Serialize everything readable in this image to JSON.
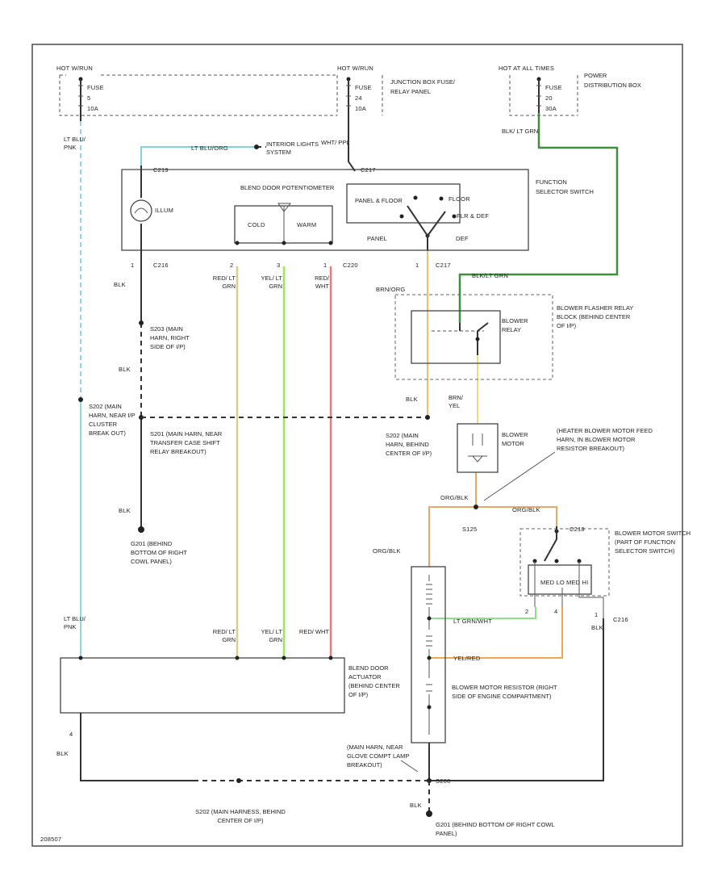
{
  "fuses": {
    "left": {
      "header": "HOT W/RUN",
      "label": "FUSE",
      "num": "5",
      "amp": "10A"
    },
    "mid": {
      "header": "HOT W/RUN",
      "label": "FUSE",
      "num": "24",
      "amp": "10A",
      "box": "JUNCTION BOX FUSE/ RELAY PANEL"
    },
    "right": {
      "header": "HOT AT ALL TIMES",
      "label": "FUSE",
      "num": "20",
      "amp": "30A",
      "box": "POWER DISTRIBUTION BOX"
    }
  },
  "wires": {
    "lt_blu_pnk_top": "LT BLU/ PNK",
    "lt_blu_org": "LT BLU/ORG",
    "interior_lights": "INTERIOR LIGHTS SYSTEM",
    "wht_ppl": "WHT/ PPL",
    "blk_lt_grn_top": "BLK/ LT GRN",
    "blk_lt_grn_mid": "BLK/LT GRN",
    "blk": "BLK",
    "red_lt_grn": "RED/ LT GRN",
    "yel_lt_grn": "YEL/ LT GRN",
    "red_wht": "RED/ WHT",
    "brn_org": "BRN/ORG",
    "brn_yel": "BRN/ YEL",
    "org_blk": "ORG/BLK",
    "lt_grn_wht": "LT GRN/WHT",
    "yel_red": "YEL/RED",
    "lt_blu_pnk_bottom": "LT BLU/ PNK"
  },
  "connectors": {
    "c219": "C219",
    "c217": "C217",
    "c216": "C216",
    "c220": "C220",
    "c218": "C218",
    "c216b": "C216"
  },
  "function_switch": {
    "label": "FUNCTION SELECTOR SWITCH",
    "illum": "ILLUM",
    "blend_door": "BLEND DOOR POTENTIOMETER",
    "cold": "COLD",
    "warm": "WARM",
    "panel_floor": "PANEL & FLOOR",
    "floor": "FLOOR",
    "flr_def": "FLR & DEF",
    "panel": "PANEL",
    "def": "DEF"
  },
  "pins": {
    "p1_c216": "1",
    "p2_c220": "2",
    "p3_c220": "3",
    "p1_c220": "1",
    "p1_c217": "1",
    "p4_act": "4",
    "p2_res": "2",
    "p4_res": "4",
    "p1_c216b": "1"
  },
  "blower_relay": {
    "label": "BLOWER RELAY",
    "block": "BLOWER FLASHER RELAY BLOCK (BEHIND CENTER OF I/P)"
  },
  "splices": {
    "s203": "S203 (MAIN HARN, RIGHT SIDE OF I/P)",
    "s202a": "S202 (MAIN HARN, NEAR I/P CLUSTER BREAK OUT)",
    "s201": "S201 (MAIN HARN, NEAR TRANSFER CASE SHIFT RELAY BREAKOUT)",
    "s202b": "S202 (MAIN HARN, BEHIND CENTER OF I/P)",
    "s125": "S125",
    "s125_desc": "(HEATER BLOWER MOTOR FEED HARN, IN BLOWER MOTOR RESISTOR BREAKOUT)",
    "s202c": "S202 (MAIN HARNESS, BEHIND CENTER OF I/P)",
    "main_harn_note": "(MAIN HARN, NEAR GLOVE COMPT LAMP BREAKOUT)",
    "s200": "S200"
  },
  "grounds": {
    "g201_left": "G201 (BEHIND BOTTOM OF RIGHT COWL PANEL)",
    "g201_right": "G201 (BEHIND BOTTOM OF RIGHT COWL PANEL)"
  },
  "components": {
    "blower_motor": "BLOWER MOTOR",
    "blend_actuator": "BLEND DOOR ACTUATOR (BEHIND CENTER OF I/P)",
    "blower_switch": "BLOWER MOTOR SWITCH (PART OF FUNCTION SELECTOR SWITCH)",
    "resistor": "BLOWER MOTOR RESISTOR (RIGHT SIDE OF ENGINE COMPARTMENT)",
    "med_lo": "MED LO",
    "med_hi": "MED HI"
  },
  "footer_id": "208507",
  "colors": {
    "lt_blu_pnk": "#8fd9e6",
    "lt_blu_org": "#7fd6d8",
    "blk_lt_grn": "#3f8f3f",
    "red_lt_grn": "#d6d08a",
    "yel_lt_grn": "#9be65a",
    "red_wht": "#f47a7a",
    "brn_org": "#f0c070",
    "brn_yel": "#e6de80",
    "org_blk": "#e8a868",
    "lt_grn_wht": "#8ee08e",
    "yel_red": "#f0a850"
  }
}
